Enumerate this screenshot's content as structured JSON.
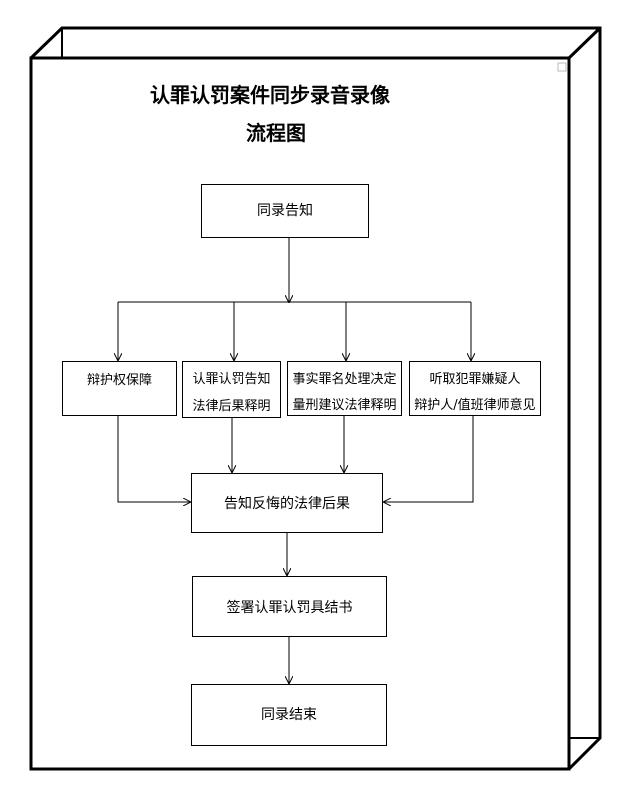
{
  "title_line1": "认罪认罚案件同步录音录像",
  "title_line2": "流程图",
  "nodes": {
    "start": "同录告知",
    "branch1": "辩护权保障",
    "branch2_l1": "认罪认罚告知",
    "branch2_l2": "法律后果释明",
    "branch3_l1": "事实罪名处理决定",
    "branch3_l2": "量刑建议法律释明",
    "branch4_l1": "听取犯罪嫌疑人",
    "branch4_l2": "辩护人/值班律师意见",
    "merge": "告知反悔的法律后果",
    "sign": "签署认罪认罚具结书",
    "end": "同录结束"
  },
  "edges": [
    [
      "start",
      "branch1"
    ],
    [
      "start",
      "branch2"
    ],
    [
      "start",
      "branch3"
    ],
    [
      "start",
      "branch4"
    ],
    [
      "branch1",
      "merge"
    ],
    [
      "branch2",
      "merge"
    ],
    [
      "branch3",
      "merge"
    ],
    [
      "branch4",
      "merge"
    ],
    [
      "merge",
      "sign"
    ],
    [
      "sign",
      "end"
    ]
  ]
}
